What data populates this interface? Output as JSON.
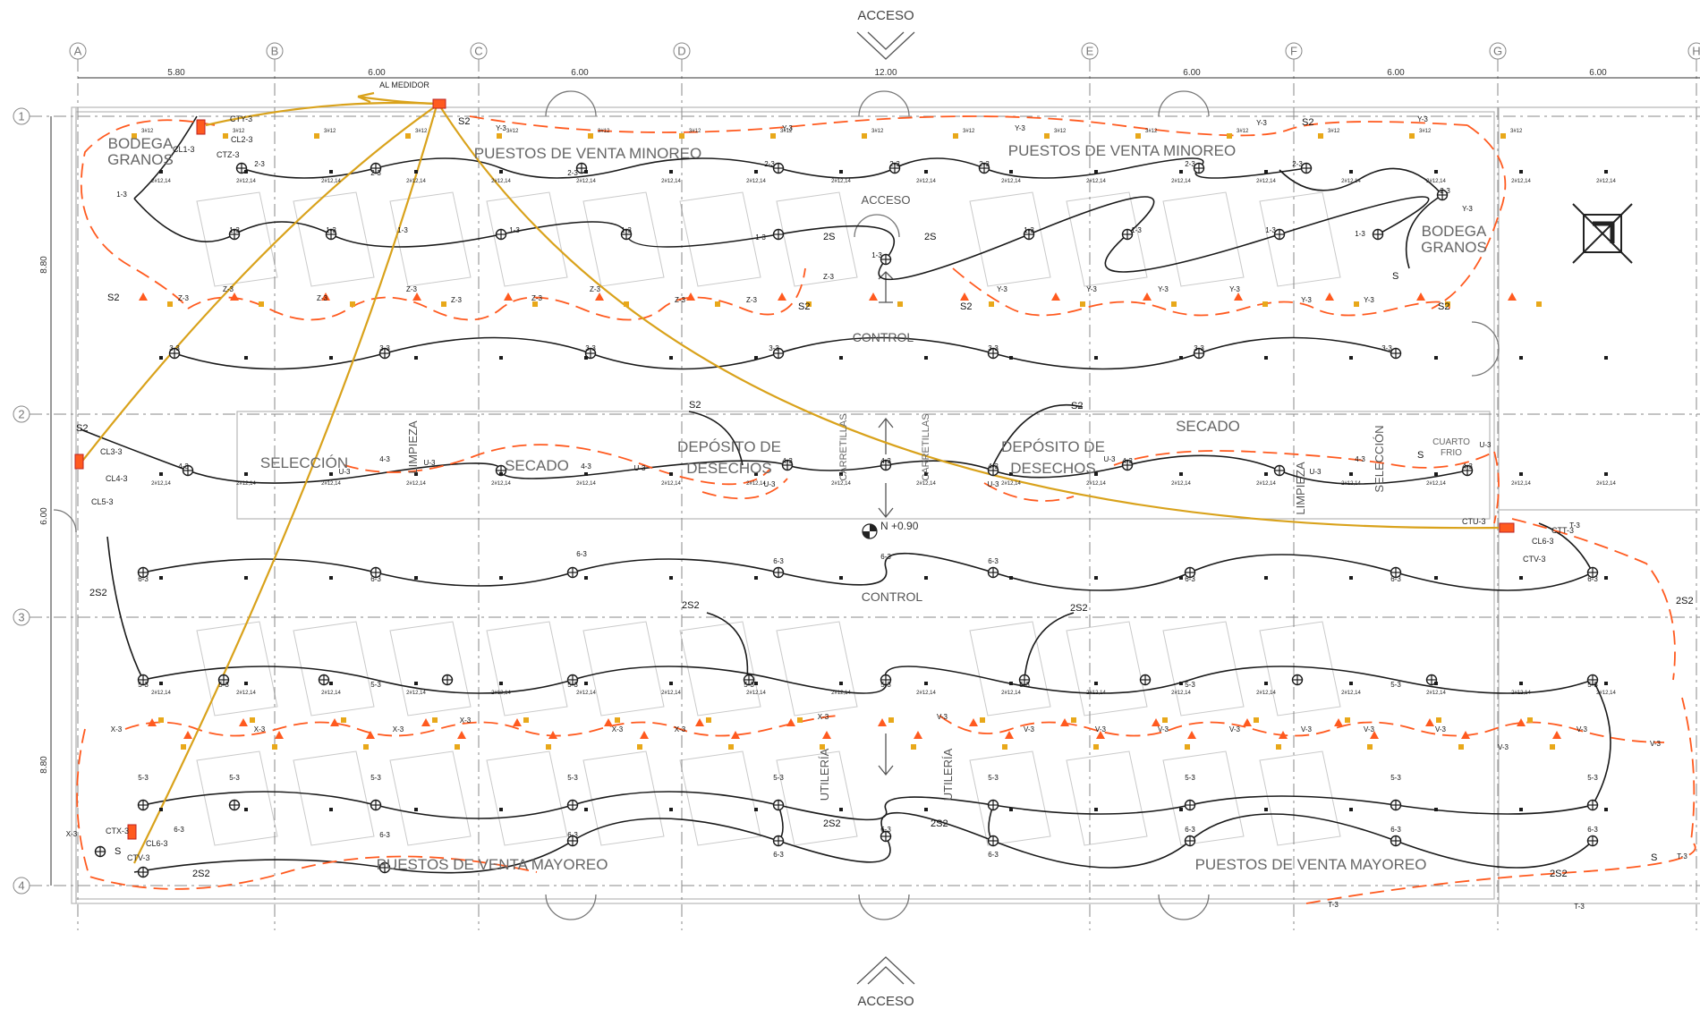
{
  "grid": {
    "columns": [
      "A",
      "B",
      "C",
      "D",
      "E",
      "F",
      "G",
      "H"
    ],
    "rows": [
      "1",
      "2",
      "3",
      "4"
    ],
    "column_spacings": [
      "5.80",
      "6.00",
      "6.00",
      "12.00",
      "6.00",
      "6.00",
      "6.00"
    ],
    "row_spacings": [
      "8.80",
      "6.00",
      "8.80"
    ]
  },
  "access": {
    "top": "ACCESO",
    "bottom": "ACCESO",
    "middle": "ACCESO"
  },
  "meter": {
    "label": "AL MEDIDOR"
  },
  "level": {
    "label": "N +0.90"
  },
  "rooms": {
    "bodega_left": [
      "BODEGA",
      "GRANOS"
    ],
    "bodega_right": [
      "BODEGA",
      "GRANOS"
    ],
    "retail_left": "PUESTOS  DE VENTA MINOREO",
    "retail_right": "PUESTOS  DE VENTA MINOREO",
    "control_top": "CONTROL",
    "control_mid": "CONTROL",
    "seleccion_left": "SELECCIÓN",
    "limpieza_left": "LIMPIEZA",
    "secado_left": "SECADO",
    "deposito_left": [
      "DEPÓSITO DE",
      "DESECHOS"
    ],
    "carretillas_left": "CARRETILLAS",
    "carretillas_right": "CARRETILLAS",
    "deposito_right": [
      "DEPÓSITO DE",
      "DESECHOS"
    ],
    "secado_right": "SECADO",
    "limpieza_right": "LIMPIEZA",
    "seleccion_right": "SELECCIÓN",
    "cuarto_frio": [
      "CUARTO",
      "FRIO"
    ],
    "utileria_left": "UTILERÍA",
    "utileria_right": "UTILERÍA",
    "wholesale_left": "PUESTOS  DE VENTA MAYOREO",
    "wholesale_right": "PUESTOS  DE VENTA MAYOREO"
  },
  "panel_labels": {
    "cty": "CTY-3",
    "cl2": "CL2-3",
    "ctz": "CTZ-3",
    "cl1": "CL1-3",
    "cl3": "CL3-3",
    "cl4": "CL4-3",
    "cl5": "CL5-3",
    "ctx": "CTX-3",
    "cl6": "CL6-3",
    "ctv": "CTV-3",
    "ctu": "CTU-3",
    "ctt": "CTT-3",
    "cl6r": "CL6-3",
    "ctvr": "CTV-3"
  },
  "switch_labels": {
    "s": "S",
    "s2": "S2",
    "2s": "2S",
    "2s2": "2S2"
  },
  "wire_spec": "2#12,14",
  "wire_spec_orange": "3#12",
  "circuit_tags": {
    "c1": "1-3",
    "c2": "2-3",
    "c3": "3-3",
    "c4": "4-3",
    "c5": "5-3",
    "c6": "6-3",
    "x": "X-3",
    "y": "Y-3",
    "z": "Z-3",
    "u": "U-3",
    "v": "V-3",
    "t": "T-3"
  },
  "colors": {
    "lighting": "#1a1a1a",
    "outlets": "#ff5a1f",
    "feeders": "#d9a21b",
    "grid": "#8a8a8a",
    "walls": "#b8b8b8"
  }
}
